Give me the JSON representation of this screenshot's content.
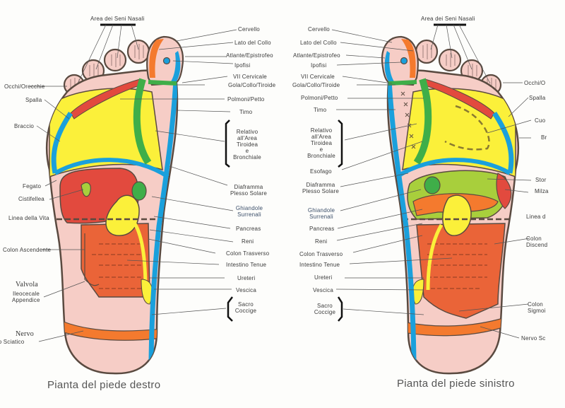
{
  "colors": {
    "skin": "#f6cdc6",
    "outline": "#5a4a40",
    "yellow": "#fbf03a",
    "blue": "#1aa0dc",
    "green": "#3fae49",
    "red": "#e24a3e",
    "orange": "#f47a2e",
    "lime": "#a8cf3c",
    "colon": "#ea6438"
  },
  "right_foot": {
    "caption": "Pianta del piede destro",
    "labels": {
      "seni_nasali": "Area dei Seni Nasali",
      "cervello": "Cervello",
      "lato_collo": "Lato del Collo",
      "atlante": "Atlante/Epistrofeo",
      "ipofisi": "Ipofisi",
      "vii_cervicale": "VII Cervicale",
      "gola": "Gola/Collo/Tiroide",
      "polmoni": "Polmoni/Petto",
      "timo": "Timo",
      "relativo_1": "Relativo",
      "relativo_2": "all'Area",
      "relativo_3": "Tiroidea",
      "relativo_4": "e",
      "relativo_5": "Bronchiale",
      "diaframma_1": "Diaframma",
      "diaframma_2": "Plesso Solare",
      "ghiandole_1": "Ghiandole",
      "ghiandole_2": "Surrenali",
      "pancreas": "Pancreas",
      "reni": "Reni",
      "colon_trasverso": "Colon Trasverso",
      "intestino": "Intestino Tenue",
      "ureteri": "Ureteri",
      "vescica": "Vescica",
      "sacro_1": "Sacro",
      "sacro_2": "Coccige",
      "occhi": "Occhi/Orecchie",
      "spalla": "Spalla",
      "braccio": "Braccio",
      "fegato": "Fegato",
      "cistifellea": "Cistifellea",
      "linea_vita": "Linea della Vita",
      "colon_ascendente": "Colon Ascendente",
      "valvola_1": "Valvola",
      "valvola_2": "Ileocecale",
      "valvola_3": "Appendice",
      "nervo_1": "Nervo",
      "nervo_2": "Nervo Sciatico"
    }
  },
  "left_foot": {
    "caption": "Pianta del piede sinistro",
    "labels": {
      "seni_nasali": "Area dei Seni Nasali",
      "cervello": "Cervello",
      "lato_collo": "Lato del Collo",
      "atlante": "Atlante/Epistrofeo",
      "ipofisi": "Ipofisi",
      "vii_cervicale": "VII Cervicale",
      "gola": "Gola/Collo/Tiroide",
      "polmoni": "Polmoni/Petto",
      "timo": "Timo",
      "relativo_1": "Relativo",
      "relativo_2": "all'Area",
      "relativo_3": "Tiroidea",
      "relativo_4": "e",
      "relativo_5": "Bronchiale",
      "esofago": "Esofago",
      "diaframma_1": "Diaframma",
      "diaframma_2": "Plesso Solare",
      "ghiandole_1": "Ghiandole",
      "ghiandole_2": "Surrenali",
      "pancreas": "Pancreas",
      "reni": "Reni",
      "colon_trasverso": "Colon Trasverso",
      "intestino": "Intestino Tenue",
      "ureteri": "Ureteri",
      "vescica": "Vescica",
      "sacro_1": "Sacro",
      "sacro_2": "Coccige",
      "occhi": "Occhi/O",
      "spalla": "Spalla",
      "cuore": "Cuo",
      "braccio": "Br",
      "stomaco": "Stor",
      "milza": "Milza",
      "linea_vita": "Linea d",
      "colon_disc_1": "Colon",
      "colon_disc_2": "Discend",
      "colon_sigm_1": "Colon",
      "colon_sigm_2": "Sigmoi",
      "nervo": "Nervo Sc"
    }
  }
}
